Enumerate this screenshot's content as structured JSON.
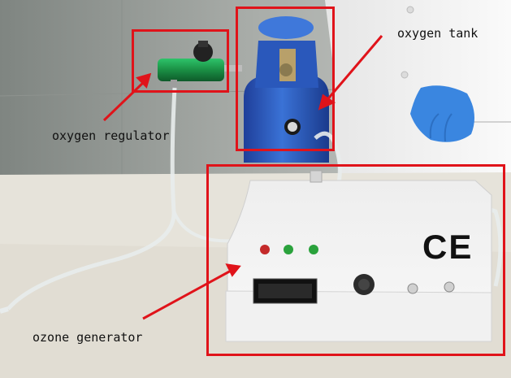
{
  "annotations": {
    "oxygen_tank": "oxygen tank",
    "oxygen_regulator": "oxygen regulator",
    "ozone_generator": "ozone generator"
  },
  "device": {
    "ce_mark": "CE"
  },
  "colors": {
    "annotation_red": "#e0131a",
    "tank_blue": "#2f63c9",
    "regulator_green": "#1c9a4a",
    "glove_blue": "#3a86e0",
    "device_white": "#f4f4f4"
  }
}
